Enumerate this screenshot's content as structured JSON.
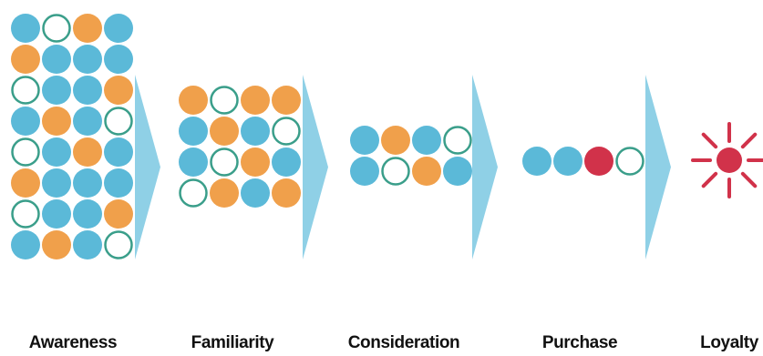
{
  "colors": {
    "blue": "#5bb9d8",
    "orange": "#f0a04b",
    "empty_stroke": "#3a9e8a",
    "empty_fill": "#ffffff",
    "red": "#d1324a",
    "arrow": "#8fd0e6"
  },
  "stages": [
    {
      "label": "Awareness",
      "dots": [
        [
          "b",
          "e",
          "o",
          "b"
        ],
        [
          "o",
          "b",
          "b",
          "b"
        ],
        [
          "e",
          "b",
          "b",
          "o"
        ],
        [
          "b",
          "o",
          "b",
          "e"
        ],
        [
          "e",
          "b",
          "o",
          "b"
        ],
        [
          "o",
          "b",
          "b",
          "b"
        ],
        [
          "e",
          "b",
          "b",
          "o"
        ],
        [
          "b",
          "o",
          "b",
          "e"
        ]
      ]
    },
    {
      "label": "Familiarity",
      "dots": [
        [
          "o",
          "e",
          "o",
          "o"
        ],
        [
          "b",
          "o",
          "b",
          "e"
        ],
        [
          "b",
          "e",
          "o",
          "b"
        ],
        [
          "e",
          "o",
          "b",
          "o"
        ]
      ]
    },
    {
      "label": "Consideration",
      "dots": [
        [
          "b",
          "o",
          "b",
          "e"
        ],
        [
          "b",
          "e",
          "o",
          "b"
        ]
      ]
    },
    {
      "label": "Purchase",
      "dots": [
        [
          "b",
          "b",
          "r",
          "e"
        ]
      ]
    },
    {
      "label": "Loyalty",
      "icon": "loyalty-burst-icon"
    }
  ]
}
